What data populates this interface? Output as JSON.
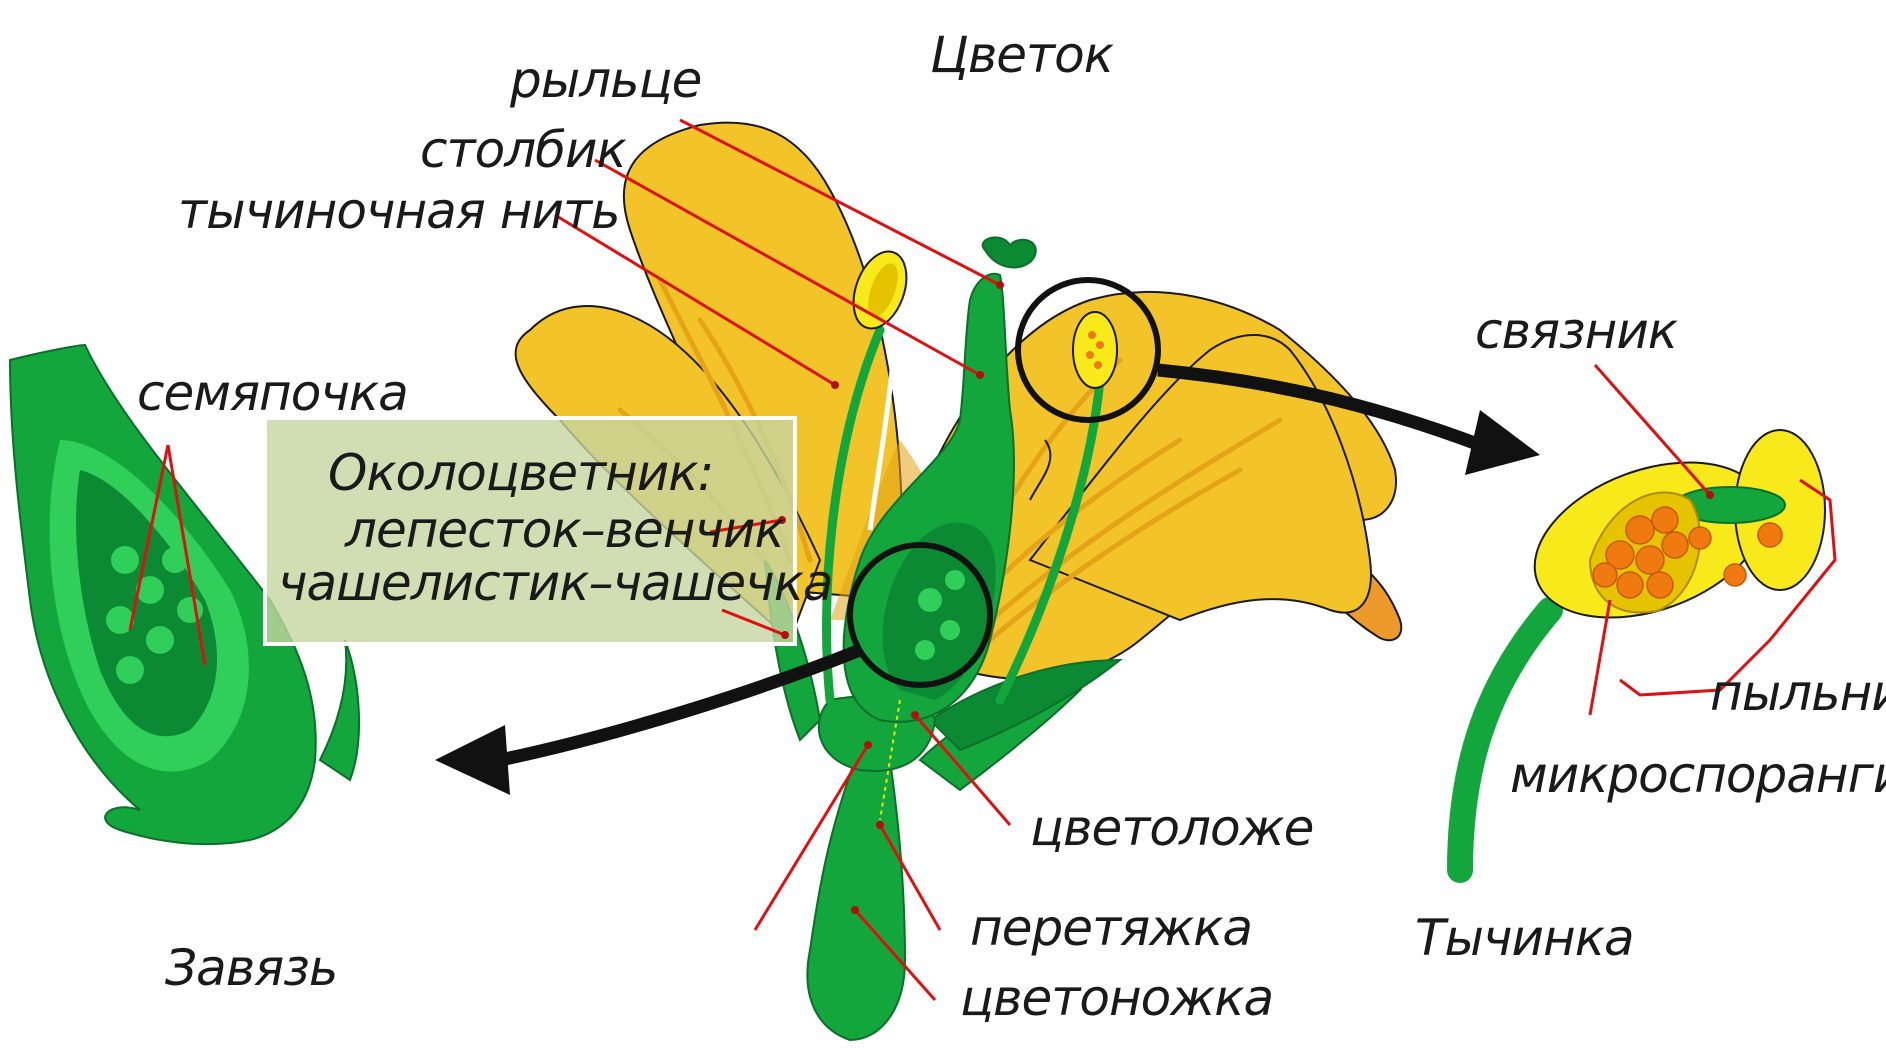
{
  "labels": {
    "flower_title": "Цветок",
    "stigma": "рыльце",
    "style": "столбик",
    "filament": "тычиночная нить",
    "ovule": "семяпочка",
    "perianth": "Околоцветник:",
    "petal_corolla": "лепесток–венчик",
    "sepal_calyx": "чашелистик–чашечка",
    "connective": "связник",
    "anther": "пыльник",
    "microsporangium": "микроспорангий",
    "stamen": "Тычинка",
    "receptacle": "цветоложе",
    "constriction": "перетяжка",
    "pedicel": "цветоножка",
    "ovary": "Завязь"
  },
  "colors": {
    "petal": "#f2c429",
    "petal_dark": "#e4a318",
    "petal_orange": "#ec9a2a",
    "green_dark": "#0c8a33",
    "green": "#12a63d",
    "green_light": "#2fcf5a",
    "anther_yellow": "#f7e91a",
    "pollen": "#f07a10",
    "leader": "#e01010",
    "perianth_box": "#c5d6a0"
  }
}
